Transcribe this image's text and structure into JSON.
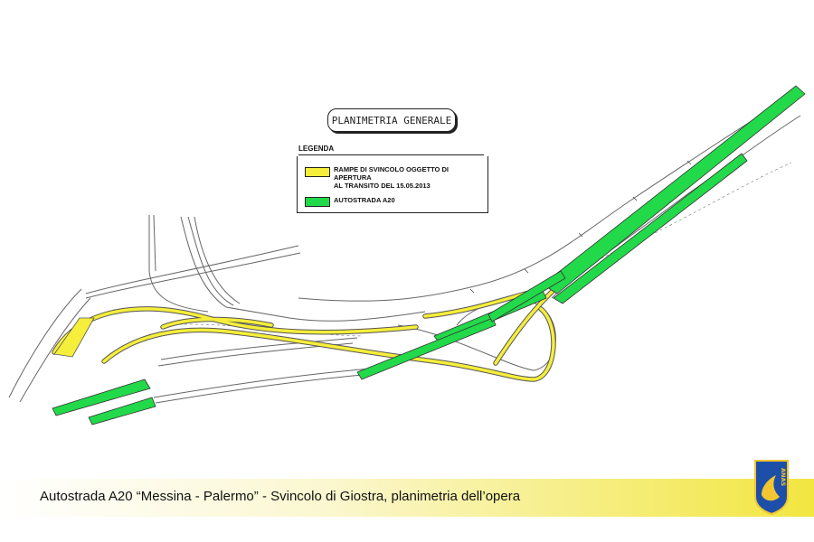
{
  "drawing": {
    "title": "PLANIMETRIA GENERALE",
    "legend": {
      "heading": "LEGENDA",
      "items": [
        {
          "label_line1": "RAMPE DI SVINCOLO OGGETTO DI APERTURA",
          "label_line2": "AL TRANSITO DEL 15.05.2013",
          "color": "#f5ee3a"
        },
        {
          "label_line1": "AUTOSTRADA A20",
          "label_line2": "",
          "color": "#22d94a"
        }
      ]
    },
    "colors": {
      "ramp": "#f5ee3a",
      "motorway": "#22d94a",
      "road_edge": "#555555",
      "background": "#ffffff"
    }
  },
  "footer": {
    "caption": "Autostrada A20 “Messina - Palermo” - Svincolo di Giostra, planimetria dell’opera",
    "logo_text": "ANAS",
    "colors": {
      "band_start": "#ffffff",
      "band_end": "#f2e640",
      "logo_blue": "#1d4fa8",
      "logo_gold": "#f2c531"
    }
  }
}
